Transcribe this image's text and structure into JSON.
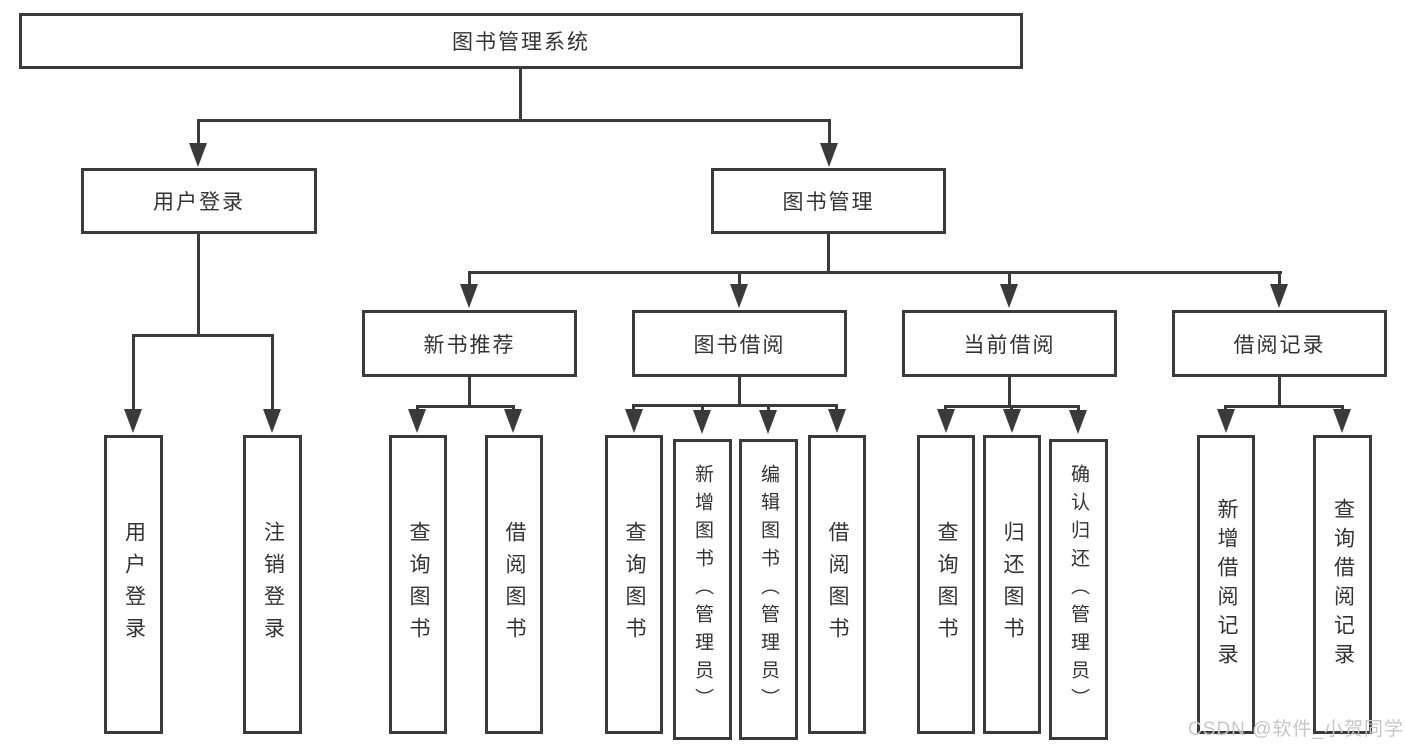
{
  "diagram_title": "图书管理系统",
  "nodes": {
    "root": {
      "label": "图书管理系统"
    },
    "user_login": {
      "label": "用户登录"
    },
    "book_mgmt": {
      "label": "图书管理"
    },
    "new_book_rec": {
      "label": "新书推荐"
    },
    "book_borrow": {
      "label": "图书借阅"
    },
    "current_borrow": {
      "label": "当前借阅"
    },
    "borrow_record": {
      "label": "借阅记录"
    },
    "leaf_user_login": {
      "label": "用户登录"
    },
    "leaf_logout": {
      "label": "注销登录"
    },
    "leaf_query_book_1": {
      "label": "查询图书"
    },
    "leaf_borrow_book_1": {
      "label": "借阅图书"
    },
    "leaf_query_book_2": {
      "label": "查询图书"
    },
    "leaf_add_book_admin": {
      "label": "新增图书（管理员）"
    },
    "leaf_edit_book_admin": {
      "label": "编辑图书（管理员）"
    },
    "leaf_borrow_book_2": {
      "label": "借阅图书"
    },
    "leaf_query_book_3": {
      "label": "查询图书"
    },
    "leaf_return_book": {
      "label": "归还图书"
    },
    "leaf_confirm_return": {
      "label": "确认归还（管理员）"
    },
    "leaf_add_borrow_record": {
      "label": "新增借阅记录"
    },
    "leaf_query_borrow_record": {
      "label": "查询借阅记录"
    }
  },
  "structure": {
    "图书管理系统": {
      "用户登录": [
        "用户登录",
        "注销登录"
      ],
      "图书管理": {
        "新书推荐": [
          "查询图书",
          "借阅图书"
        ],
        "图书借阅": [
          "查询图书",
          "新增图书（管理员）",
          "编辑图书（管理员）",
          "借阅图书"
        ],
        "当前借阅": [
          "查询图书",
          "归还图书",
          "确认归还（管理员）"
        ],
        "借阅记录": [
          "新增借阅记录",
          "查询借阅记录"
        ]
      }
    }
  },
  "watermark": {
    "text": "CSDN @软件_小贺同学"
  },
  "colors": {
    "line": "#3a3a3a",
    "text": "#333333",
    "watermark": "#c6c6c6",
    "background": "#ffffff"
  }
}
